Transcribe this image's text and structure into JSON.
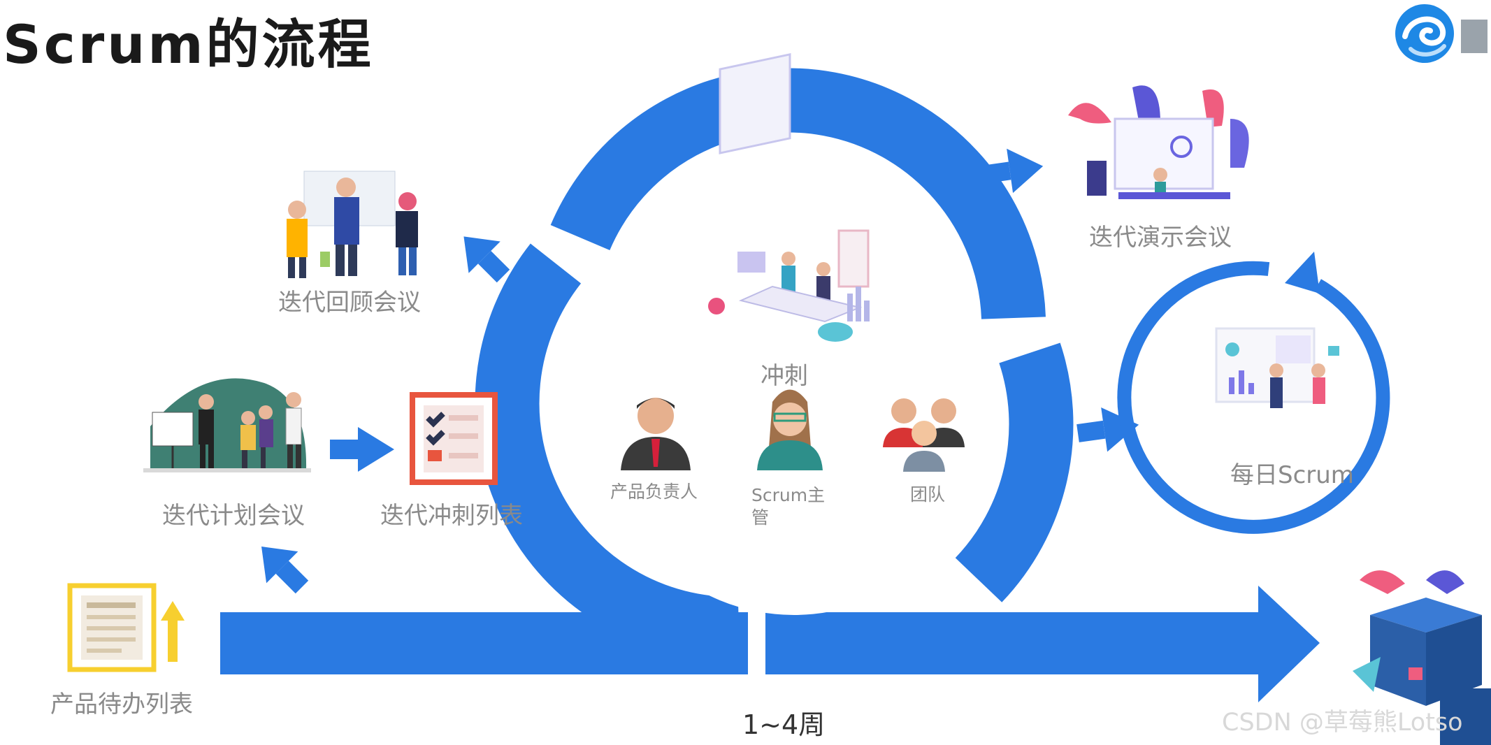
{
  "title": "Scrum的流程",
  "labels": {
    "retrospective": "迭代回顾会议",
    "planning": "迭代计划会议",
    "sprint_backlog": "迭代冲刺列表",
    "product_backlog": "产品待办列表",
    "sprint": "冲刺",
    "review": "迭代演示会议",
    "daily": "每日Scrum",
    "duration": "1~4周"
  },
  "roles": [
    {
      "name": "产品负责人"
    },
    {
      "name": "Scrum主\n管"
    },
    {
      "name": "团队"
    }
  ],
  "watermark": "CSDN @草莓熊Lotso",
  "colors": {
    "primary_blue": "#2a7ae2",
    "label_gray": "#8a8a8a"
  }
}
